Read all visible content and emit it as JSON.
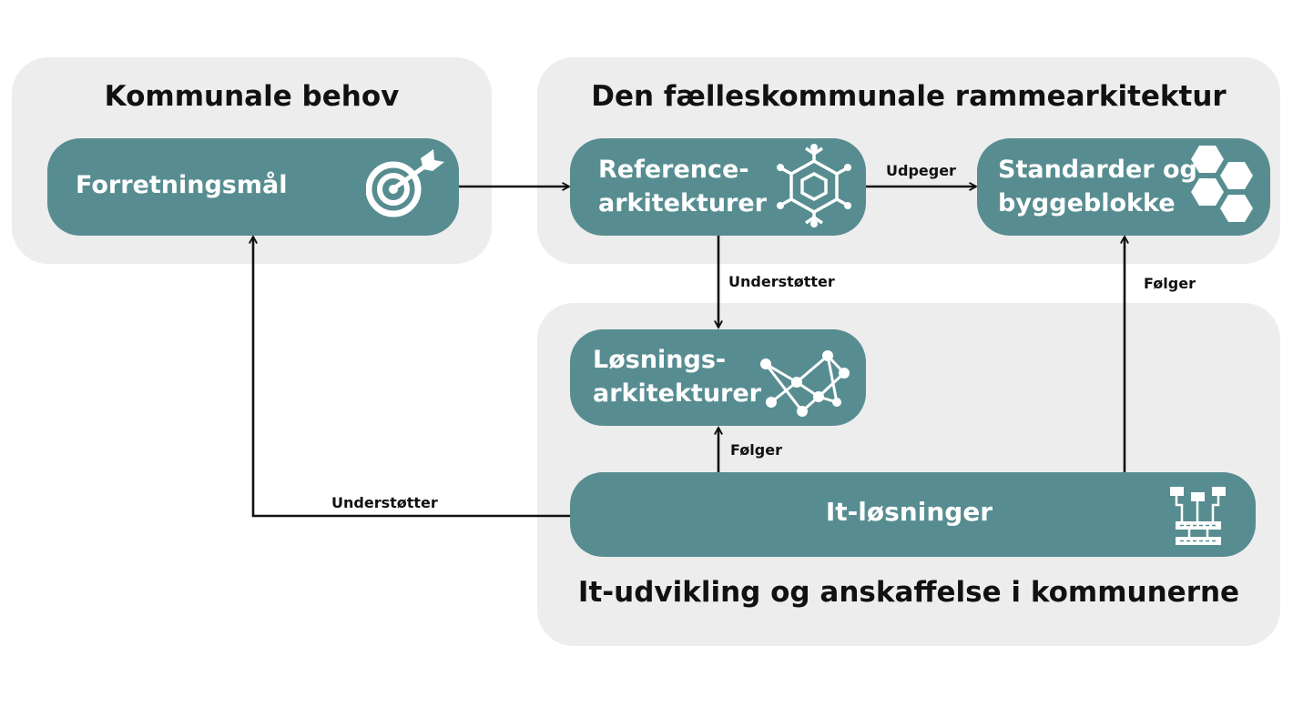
{
  "panels": {
    "needs": {
      "title": "Kommunale behov"
    },
    "framework": {
      "title": "Den fælleskommunale rammearkitektur"
    },
    "it": {
      "title": "It-udvikling og anskaffelse i kommunerne"
    }
  },
  "boxes": {
    "business_goals": {
      "label": "Forretningsmål",
      "icon": "target-icon"
    },
    "reference": {
      "line1": "Reference-",
      "line2": "arkitekturer",
      "icon": "snowflake-network-icon"
    },
    "standards": {
      "line1": "Standarder og",
      "line2": "byggeblokke",
      "icon": "hexagons-icon"
    },
    "solution": {
      "line1": "Løsnings-",
      "line2": "arkitekturer",
      "icon": "network-graph-icon"
    },
    "it_solutions": {
      "label": "It-løsninger",
      "icon": "server-icon"
    }
  },
  "edges": {
    "designates": "Udpeger",
    "supports_ref_to_solution": "Understøtter",
    "follows_it_to_standards": "Følger",
    "follows_it_to_solution": "Følger",
    "supports_it_to_goals": "Understøtter"
  },
  "colors": {
    "panel": "#ededed",
    "box": "#578d91",
    "box_text": "#ffffff",
    "line": "#111111"
  }
}
